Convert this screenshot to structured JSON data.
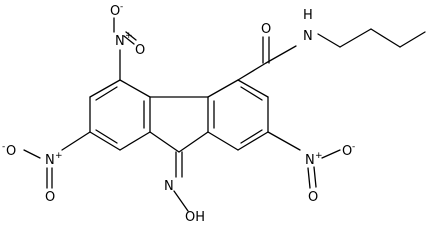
{
  "molecule": {
    "labels": {
      "nitro_top_N": "N",
      "nitro_top_O_charged": "O",
      "nitro_top_O": "O",
      "nitro_top_charge_plus": "+",
      "nitro_top_charge_minus": "-",
      "nitro_left_N": "N",
      "nitro_left_O_charged": "O",
      "nitro_left_O": "O",
      "nitro_left_charge_plus": "+",
      "nitro_left_charge_minus": "-",
      "nitro_right_N": "N",
      "nitro_right_O_charged": "O",
      "nitro_right_O": "O",
      "nitro_right_charge_plus": "+",
      "nitro_right_charge_minus": "-",
      "amide_O": "O",
      "amide_NH": "N",
      "amide_H": "H",
      "oxime_N": "N",
      "oxime_OH": "OH"
    }
  },
  "colors": {
    "ink": "#000000",
    "background": "#ffffff"
  }
}
